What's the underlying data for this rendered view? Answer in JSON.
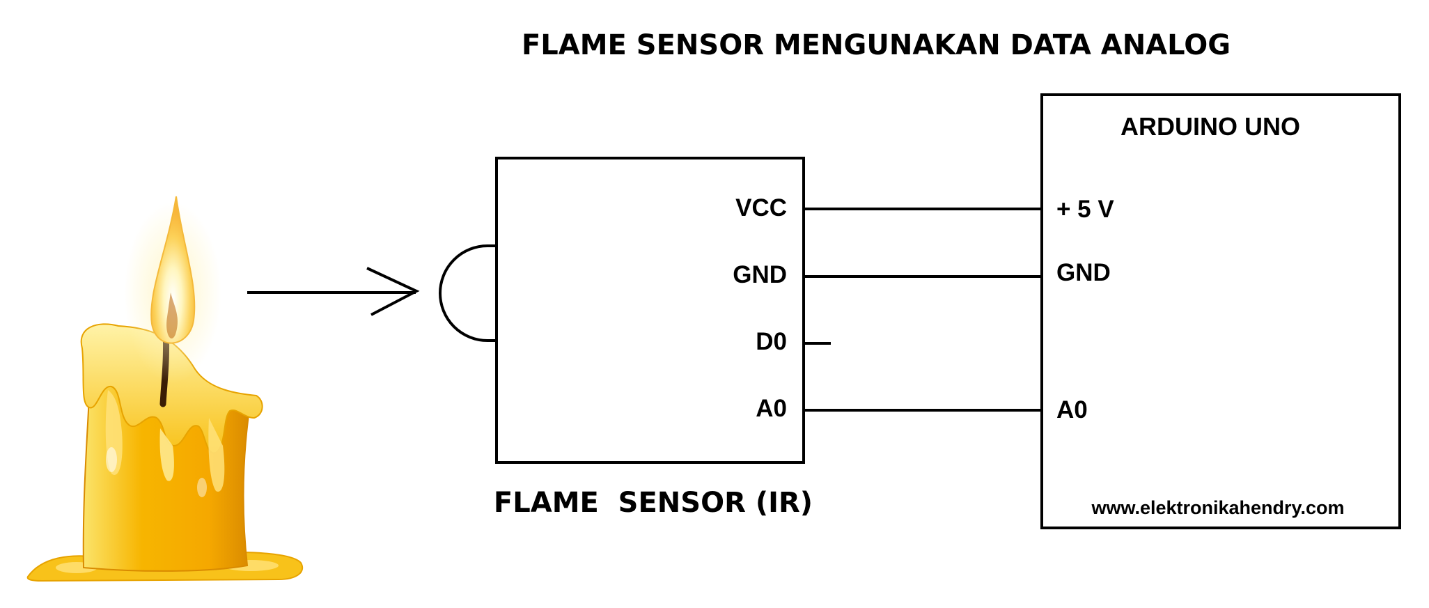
{
  "title": "FLAME SENSOR MENGUNAKAN DATA ANALOG",
  "sensor": {
    "caption": "FLAME  SENSOR (IR)",
    "pins": [
      "VCC",
      "GND",
      "D0",
      "A0"
    ]
  },
  "arduino": {
    "title": "ARDUINO UNO",
    "pins": [
      "+ 5 V",
      "GND",
      "A0"
    ],
    "website": "www.elektronikahendry.com"
  },
  "icons": {
    "flame_source": "candle-icon",
    "ir_receiver": "ir-receiver-dome-icon",
    "direction": "arrow-right-icon"
  },
  "colors": {
    "line": "#000000",
    "background": "#ffffff",
    "candle_body": "#f7b500",
    "candle_light": "#ffe27a",
    "candle_shadow": "#d98a00"
  }
}
